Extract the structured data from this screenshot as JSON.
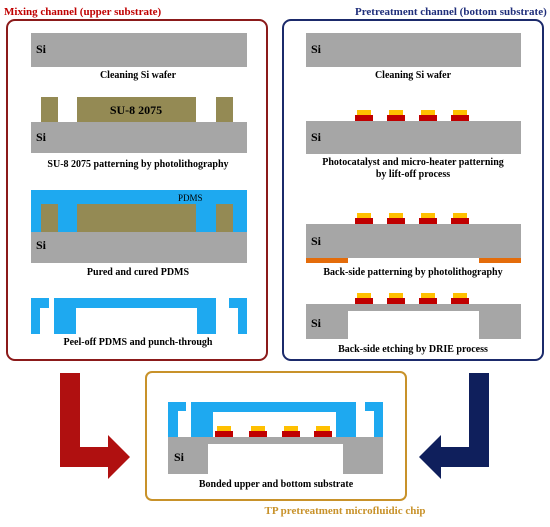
{
  "titles": {
    "left": "Mixing channel (upper substrate)",
    "right": "Pretreatment channel (bottom substrate)",
    "bottom": "TP pretreatment microfluidic chip"
  },
  "material": {
    "si": "Si",
    "su8": "SU-8 2075",
    "pdms": "PDMS"
  },
  "left_steps": [
    "Cleaning Si wafer",
    "SU-8 2075 patterning by photolithography",
    "Pured and cured PDMS",
    "Peel-off PDMS and punch-through"
  ],
  "right_steps": [
    "Cleaning Si wafer",
    "Photocatalyst and micro-heater patterning",
    "by lift-off process",
    "Back-side patterning by photolithography",
    "Back-side etching by DRIE process"
  ],
  "bottom_step": "Bonded upper and bottom substrate",
  "colors": {
    "left_frame": "#8B1A1A",
    "right_frame": "#1B2A6B",
    "bottom_frame": "#C8922A",
    "left_title": "#C00000",
    "right_title": "#1F2E7A",
    "bottom_title": "#C8922A",
    "si": "#A6A6A6",
    "su8": "#948A54",
    "pdms": "#1EA9F0",
    "catalyst": "#FFC000",
    "heater": "#C00000",
    "backside": "#E46C0A",
    "arrow_left": "#B01010",
    "arrow_right": "#0F1F5C"
  }
}
